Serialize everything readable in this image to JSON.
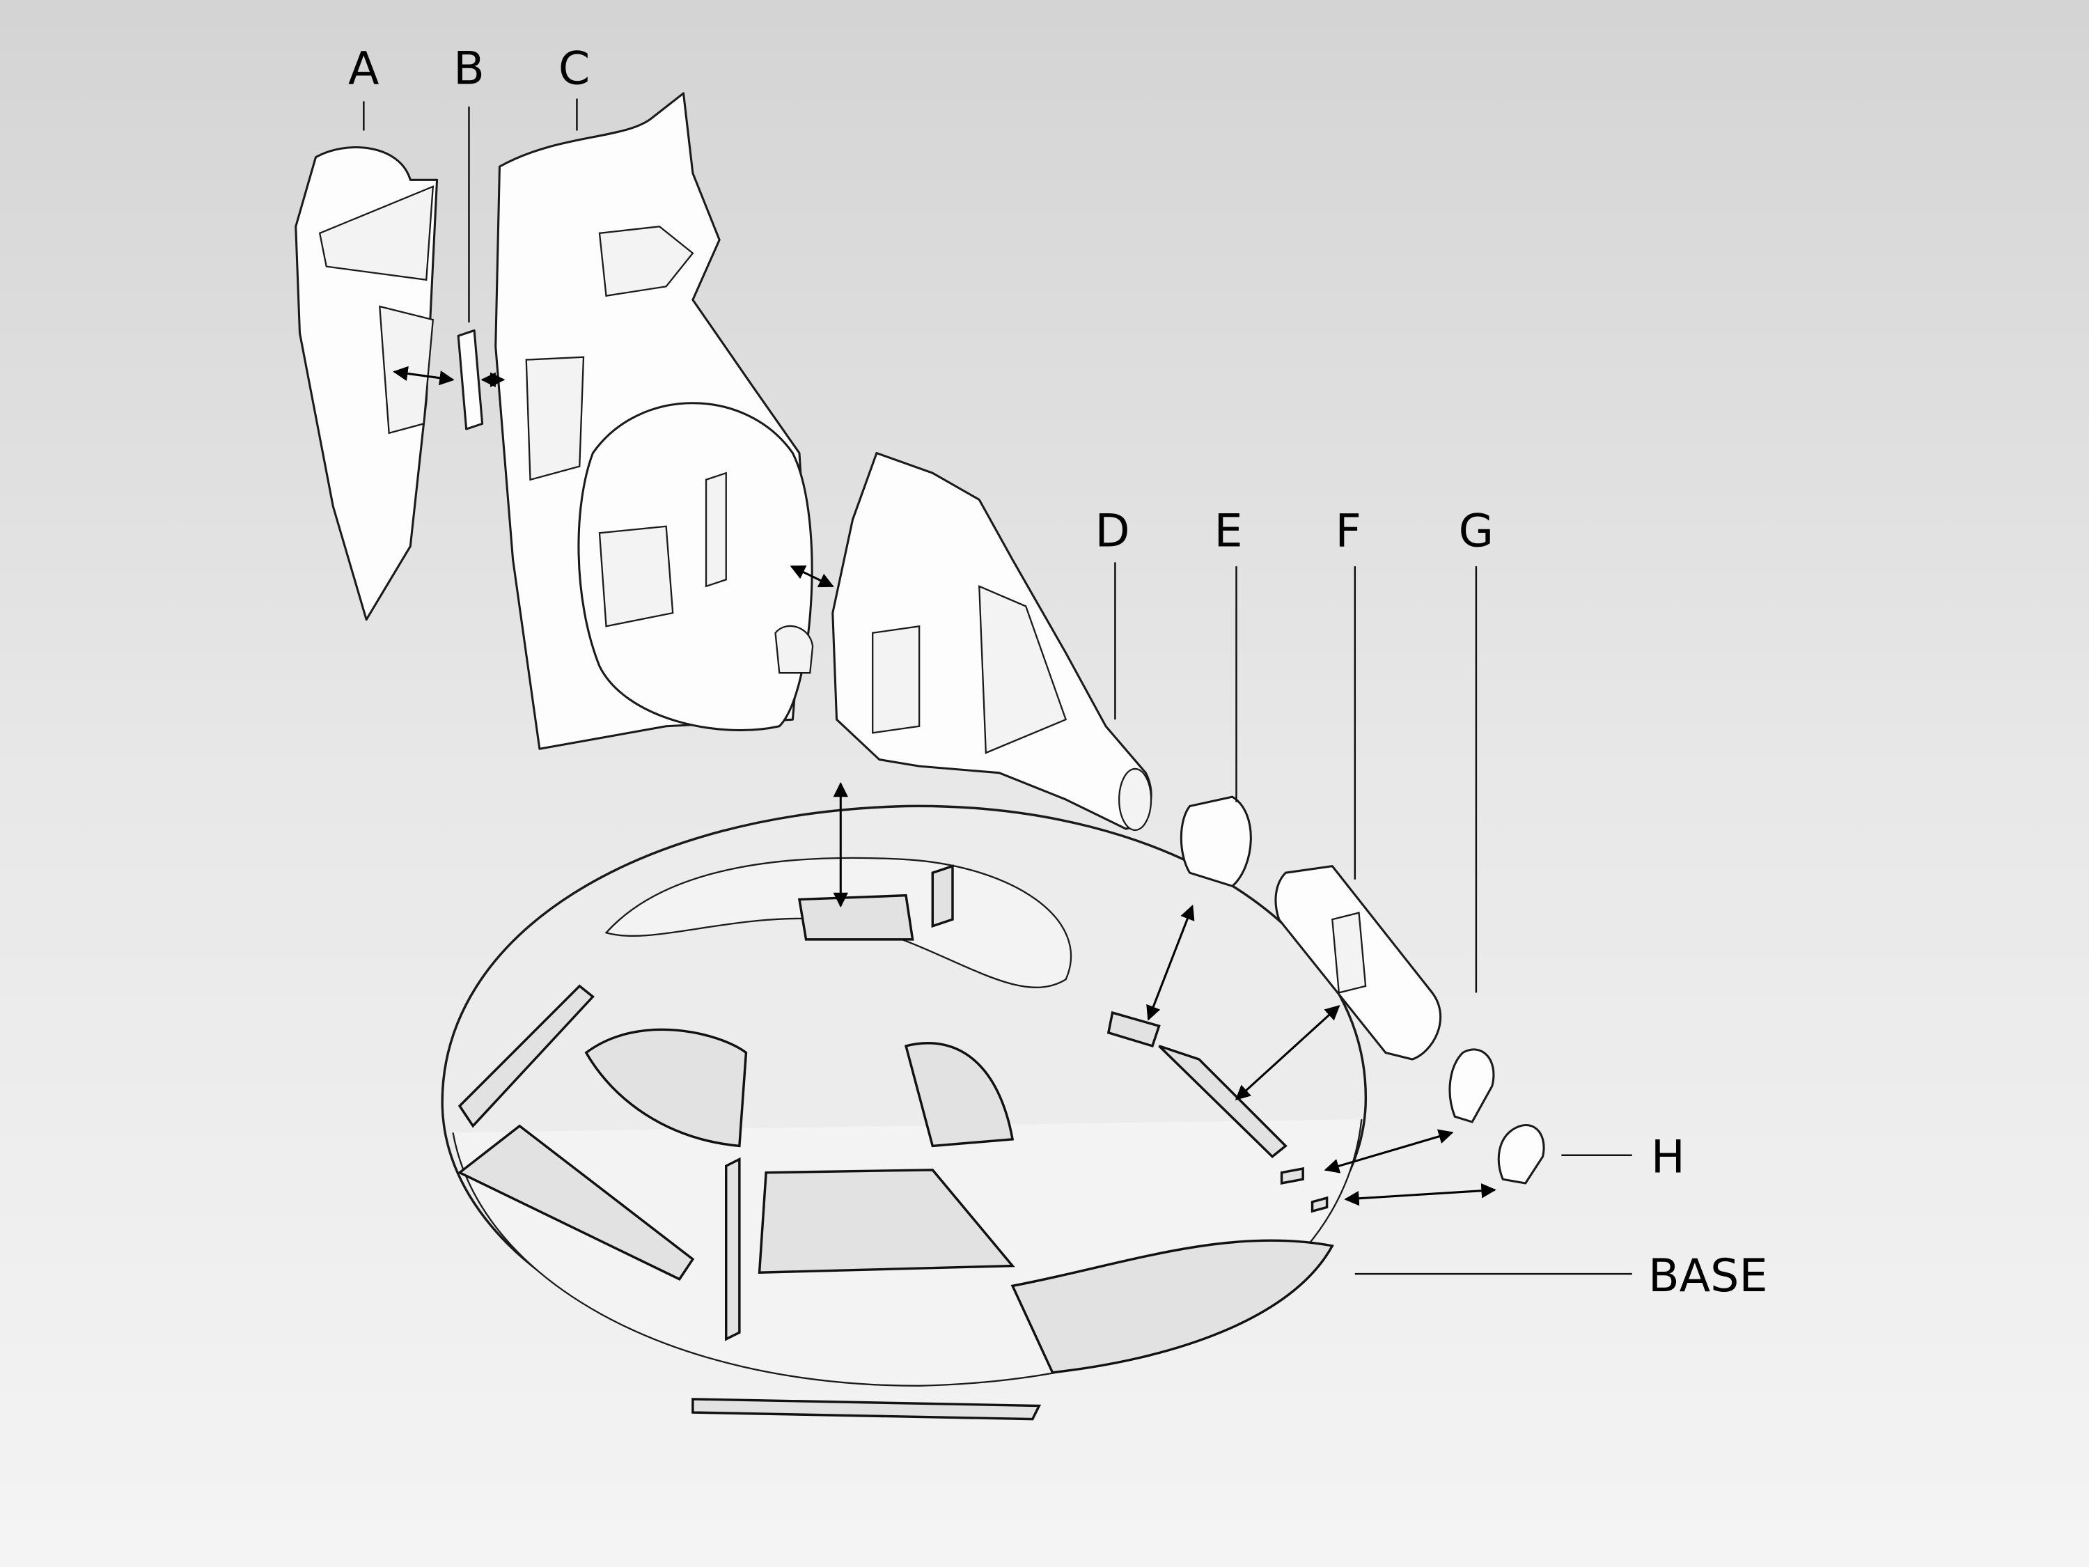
{
  "diagram": {
    "type": "exploded-assembly",
    "labels": {
      "a": "A",
      "b": "B",
      "c": "C",
      "d": "D",
      "e": "E",
      "f": "F",
      "g": "G",
      "h": "H",
      "base": "BASE"
    }
  }
}
